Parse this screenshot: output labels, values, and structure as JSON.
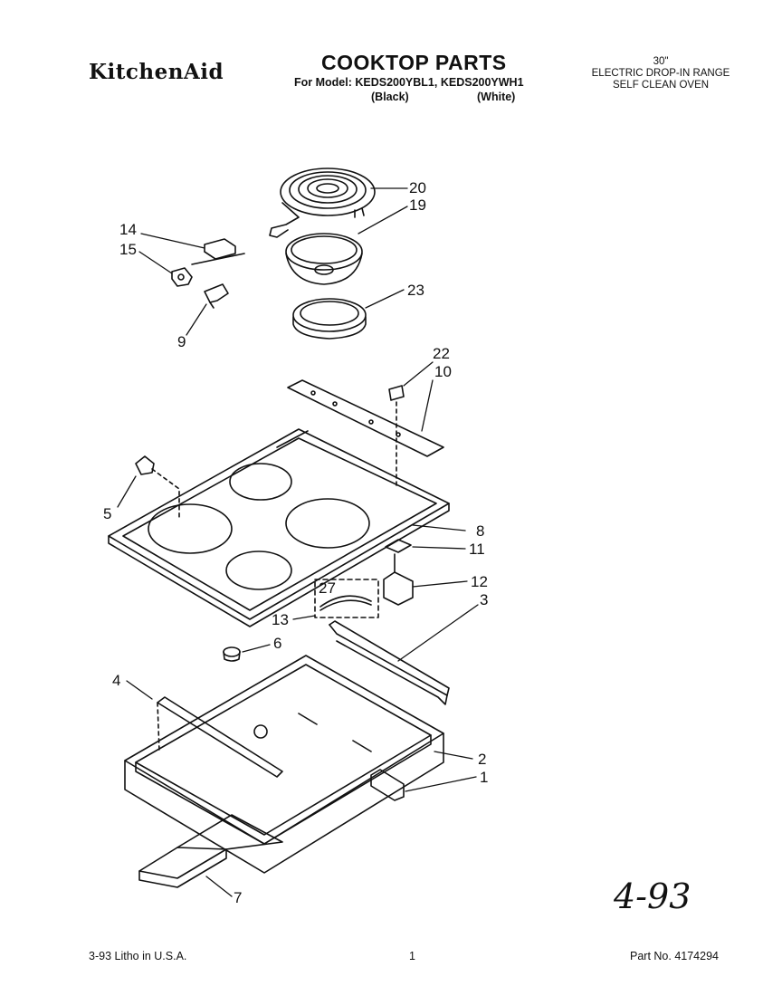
{
  "header": {
    "brand": "KitchenAid",
    "title": "COOKTOP PARTS",
    "model_line": "For Model: KEDS200YBL1, KEDS200YWH1",
    "variant_black": "(Black)",
    "variant_white": "(White)",
    "size": "30\"",
    "product_line1": "ELECTRIC DROP-IN RANGE",
    "product_line2": "SELF CLEAN OVEN"
  },
  "callouts": {
    "c20": "20",
    "c19": "19",
    "c14": "14",
    "c15": "15",
    "c23": "23",
    "c9": "9",
    "c22": "22",
    "c10": "10",
    "c5": "5",
    "c8": "8",
    "c11": "11",
    "c27": "27",
    "c12": "12",
    "c3": "3",
    "c13": "13",
    "c6": "6",
    "c4": "4",
    "c2": "2",
    "c1": "1",
    "c7": "7"
  },
  "handwritten_note": "4-93",
  "footer": {
    "litho": "3-93 Litho in U.S.A.",
    "page": "1",
    "part_no": "Part No. 4174294"
  }
}
